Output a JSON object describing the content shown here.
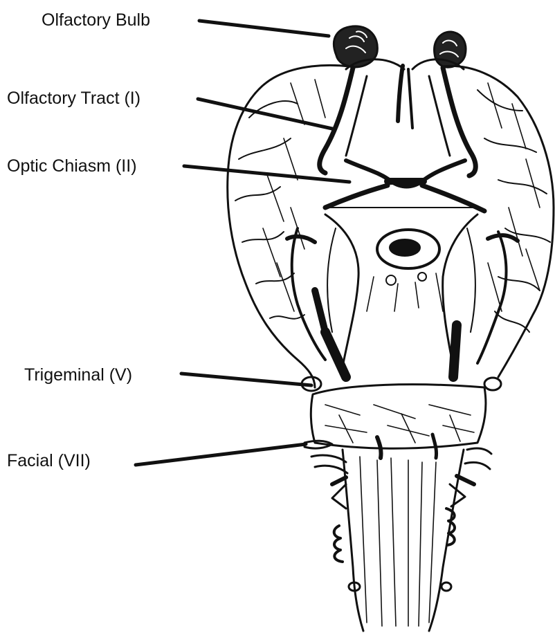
{
  "diagram": {
    "labels": {
      "olfactory_bulb": "Olfactory Bulb",
      "olfactory_tract": "Olfactory Tract  (I)",
      "optic_chiasm": "Optic Chiasm  (II)",
      "trigeminal": "Trigeminal  (V)",
      "facial": "Facial (VII)"
    },
    "ink_color": "#111111",
    "background_color": "#ffffff"
  }
}
